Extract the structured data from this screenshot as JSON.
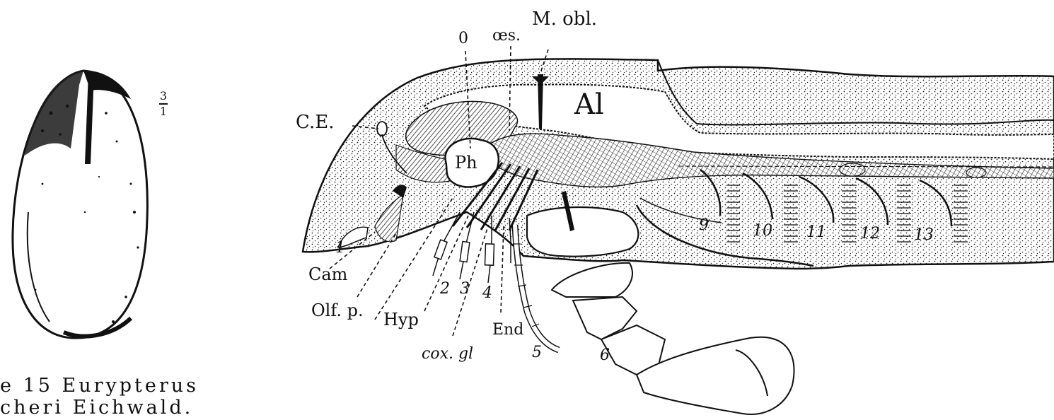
{
  "scale_fraction": {
    "numerator": "3",
    "denominator": "1"
  },
  "labels": {
    "O": "0",
    "oes": "œs.",
    "M_obl": "M. obl.",
    "CE": "C.E.",
    "Al": "Al",
    "Ph": "Ph",
    "l1": "1",
    "Cam": "Cam",
    "Olf_p": "Olf. p.",
    "Hyp": "Hyp",
    "cox_gl": "cox. gl",
    "n2": "2",
    "n3": "3",
    "n4": "4",
    "End": "End",
    "n5": "5",
    "n6": "6",
    "n9": "9",
    "n10": "10",
    "n11": "11",
    "n12": "12",
    "n13": "13"
  },
  "caption": {
    "line1": "e 15  Eurypterus",
    "line2": "cheri   Eichwald."
  }
}
